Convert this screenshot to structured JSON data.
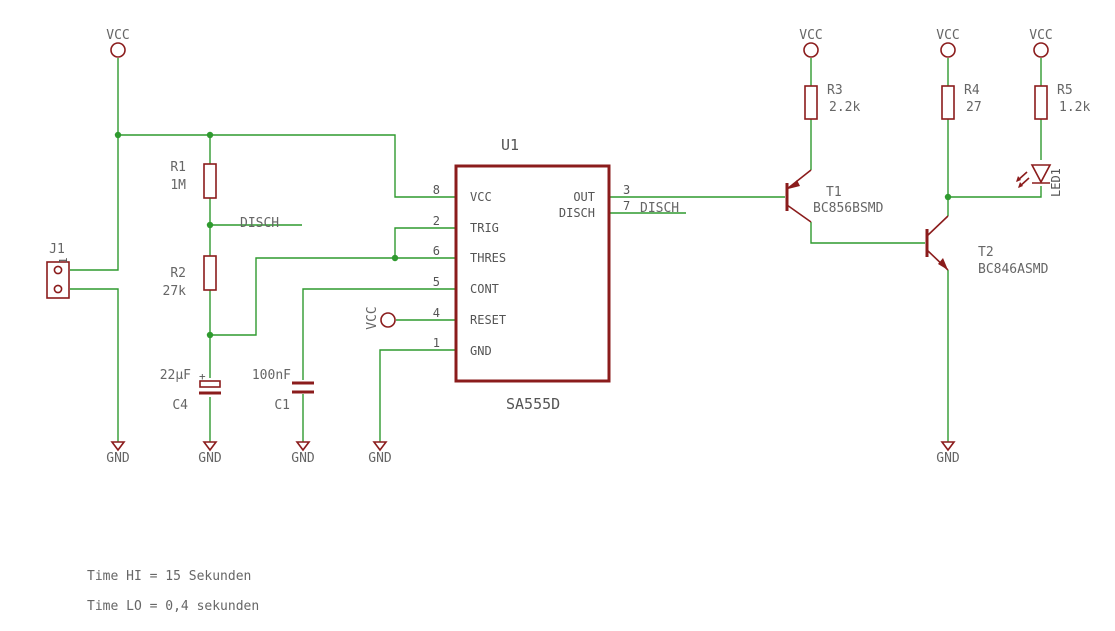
{
  "supply": {
    "vcc": "VCC",
    "gnd": "GND"
  },
  "connector": {
    "ref": "J1",
    "pin1": "1"
  },
  "resistors": [
    {
      "ref": "R1",
      "value": "1M"
    },
    {
      "ref": "R2",
      "value": "27k"
    },
    {
      "ref": "R3",
      "value": "2.2k"
    },
    {
      "ref": "R4",
      "value": "27"
    },
    {
      "ref": "R5",
      "value": "1.2k"
    }
  ],
  "capacitors": [
    {
      "ref": "C4",
      "value": "22µF",
      "polarity": "+"
    },
    {
      "ref": "C1",
      "value": "100nF"
    }
  ],
  "net_label": "DISCH",
  "ic": {
    "ref": "U1",
    "value": "SA555D",
    "left_pins": [
      {
        "num": "8",
        "name": "VCC"
      },
      {
        "num": "2",
        "name": "TRIG"
      },
      {
        "num": "6",
        "name": "THRES"
      },
      {
        "num": "5",
        "name": "CONT"
      },
      {
        "num": "4",
        "name": "RESET"
      },
      {
        "num": "1",
        "name": "GND"
      }
    ],
    "right_pins": [
      {
        "num": "3",
        "name": "OUT"
      },
      {
        "num": "7",
        "name": "DISCH"
      }
    ]
  },
  "transistors": [
    {
      "ref": "T1",
      "value": "BC856BSMD"
    },
    {
      "ref": "T2",
      "value": "BC846ASMD"
    }
  ],
  "led": {
    "ref": "LED1"
  },
  "notes": [
    "Time HI = 15 Sekunden",
    "Time LO = 0,4 sekunden"
  ]
}
